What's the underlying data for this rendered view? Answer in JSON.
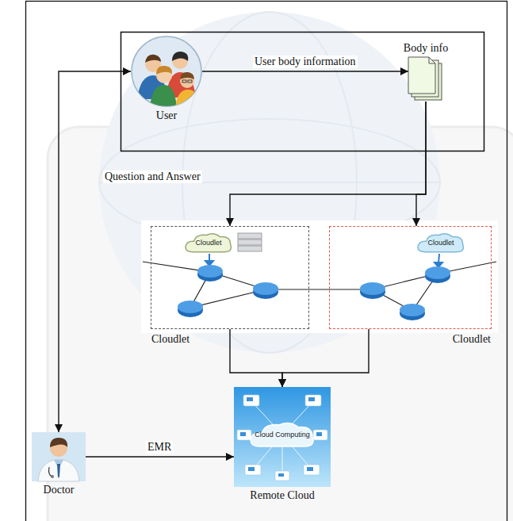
{
  "diagram": {
    "nodes": [
      {
        "text": [
          "User"
        ]
      },
      {
        "text": [
          "Body info"
        ]
      },
      {
        "text": [
          "Cloudlet"
        ]
      },
      {
        "text": [
          "Cloudlet"
        ],
        "in": 2
      },
      {
        "text": [
          "Cloudlet"
        ]
      },
      {
        "text": [
          "Cloudlet"
        ],
        "in": 4
      },
      {
        "text": [
          "Doctor"
        ]
      },
      {
        "text": [
          "Remote Cloud"
        ]
      },
      {
        "text": [
          "Cloud Computing"
        ],
        "in": 7
      }
    ],
    "edges": [
      {
        "from": 0,
        "to": 1,
        "arrow": "to",
        "label": "User body information"
      },
      {
        "from": 1,
        "to": 2,
        "arrow": "to"
      },
      {
        "from": 1,
        "to": 4,
        "arrow": "to"
      },
      {
        "from": 2,
        "to": 7,
        "arrow": "to"
      },
      {
        "from": 4,
        "to": 7,
        "arrow": "to"
      },
      {
        "from": 6,
        "to": 7,
        "arrow": "to",
        "label": "EMR"
      },
      {
        "from": 0,
        "to": 6,
        "arrow": "both",
        "label": "Question and Answer"
      }
    ]
  }
}
